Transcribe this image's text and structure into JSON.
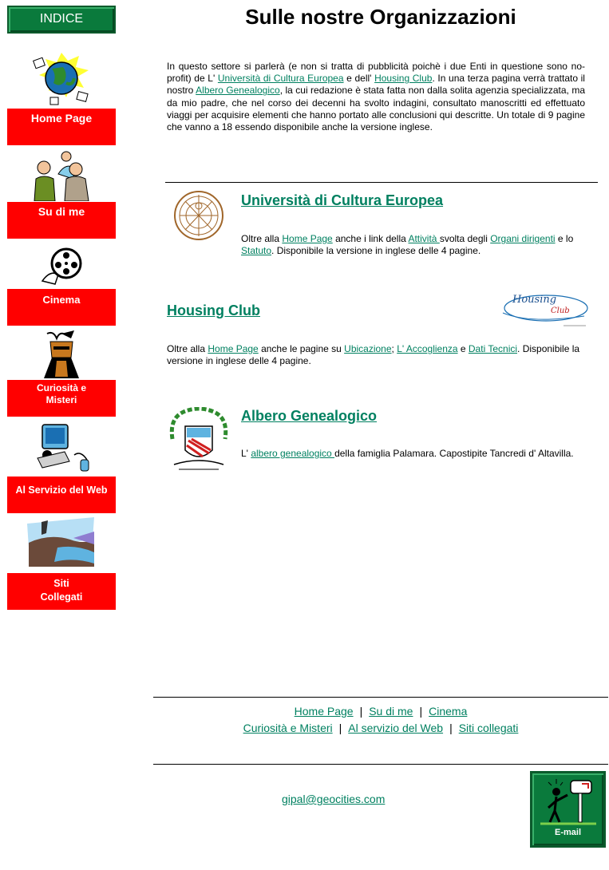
{
  "sidebar": {
    "indice_label": "INDICE",
    "items": [
      {
        "label": "Home Page",
        "icon": "globe-icon"
      },
      {
        "label": "Su di me",
        "icon": "family-icon"
      },
      {
        "label": "Cinema",
        "icon": "film-reel-icon"
      },
      {
        "label_line1": "Curiosità e",
        "label_line2": "Misteri",
        "icon": "pharaoh-icon"
      },
      {
        "label": "Al Servizio del Web",
        "icon": "computer-icon"
      },
      {
        "label_line1": "Siti",
        "label_line2": "Collegati",
        "icon": "landscape-icon"
      }
    ]
  },
  "main": {
    "title": "Sulle nostre Organizzazioni",
    "intro": {
      "t1": "In questo settore si parlerà (e non si tratta di pubblicità poichè i due Enti in questione sono no-profit) de L' ",
      "link1": "Università di Cultura Europea",
      "t2": " e dell' ",
      "link2": "Housing Club",
      "t3": ". In una terza pagina verrà trattato il nostro ",
      "link3": "Albero Genealogico",
      "t4": ", la cui redazione è stata fatta non dalla solita agenzia specializzata, ma da mio padre, che nel corso dei decenni ha svolto indagini, consultato manoscritti ed effettuato viaggi per acquisire elementi che hanno portato alle conclusioni qui descritte. Un totale di 9 pagine che vanno a 18 essendo disponibile anche la versione inglese."
    },
    "orgs": {
      "university": {
        "title": "Università di Cultura Europea",
        "t1": "Oltre alla ",
        "l1": "Home Page",
        "t2": " anche i link della ",
        "l2": "Attività ",
        "t3": "svolta degli ",
        "l3": "Organi dirigenti",
        "t4": " e lo ",
        "l4": "Statuto",
        "t5": ". Disponibile la versione in inglese delle 4 pagine."
      },
      "housing": {
        "title": "Housing Club",
        "logo_text1": "Housing",
        "logo_text2": "Club",
        "t1": "Oltre alla ",
        "l1": "Home Page",
        "t2": " anche le pagine su ",
        "l2": "Ubicazione",
        "t3": "; ",
        "l3": "L' Accoglienza",
        "t4": " e ",
        "l4": "Dati Tecnici",
        "t5": ". Disponibile la versione in inglese delle 4 pagine."
      },
      "albero": {
        "title": "Albero Genealogico",
        "t1": "L' ",
        "l1": "albero genealogico ",
        "t2": "della famiglia Palamara. Capostipite Tancredi d' Altavilla."
      }
    }
  },
  "footer": {
    "row1": [
      "Home Page",
      "Su di me",
      "Cinema"
    ],
    "row2": [
      "Curiosità e Misteri",
      "Al servizio del Web",
      "Siti collegati"
    ],
    "separator": "|",
    "email": "gipal@geocities.com",
    "email_button_label": "E-mail"
  }
}
